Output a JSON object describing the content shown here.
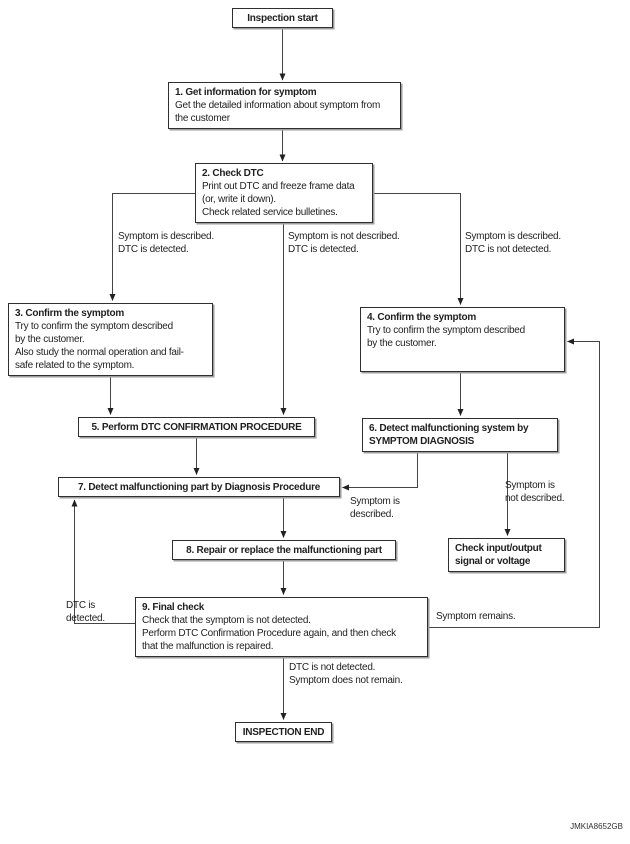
{
  "colors": {
    "background": "#ffffff",
    "box_border": "#2f2f2f",
    "box_shadow": "#9e9e9e",
    "line": "#444444",
    "text": "#1f1f1f"
  },
  "watermark": "JMKIA8652GB",
  "nodes": {
    "start": {
      "label": "Inspection start"
    },
    "step1": {
      "title": "1. Get information for symptom",
      "body": [
        "Get the detailed information about symptom from",
        "the customer"
      ]
    },
    "step2": {
      "title": "2. Check DTC",
      "body": [
        "Print out DTC and freeze frame data",
        "(or, write it down).",
        "Check related service bulletines."
      ]
    },
    "step3": {
      "title": "3. Confirm the symptom",
      "body": [
        "Try to confirm the symptom described",
        "by the customer.",
        "Also study the normal operation and fail-",
        "safe related to the symptom."
      ]
    },
    "step4": {
      "title": "4. Confirm the symptom",
      "body": [
        "Try to confirm the symptom described",
        "by the customer."
      ]
    },
    "step5": {
      "title": "5. Perform DTC CONFIRMATION PROCEDURE"
    },
    "step6": {
      "title": [
        "6. Detect malfunctioning system by",
        "SYMPTOM DIAGNOSIS"
      ]
    },
    "step7": {
      "title": "7. Detect malfunctioning part by Diagnosis Procedure"
    },
    "check_io": {
      "title": [
        "Check input/output",
        "signal or voltage"
      ]
    },
    "step8": {
      "title": "8. Repair or replace the malfunctioning part"
    },
    "step9": {
      "title": "9. Final check",
      "body": [
        "Check that the symptom is not detected.",
        "Perform DTC Confirmation Procedure again, and then check",
        "that the malfunction is repaired."
      ]
    },
    "end": {
      "label": "INSPECTION END"
    }
  },
  "edge_labels": {
    "branch_left": [
      "Symptom is described.",
      "DTC is detected."
    ],
    "branch_mid": [
      "Symptom is not described.",
      "DTC is detected."
    ],
    "branch_right": [
      "Symptom is described.",
      "DTC is not detected."
    ],
    "to_step7": [
      "Symptom is",
      "described."
    ],
    "to_check_io": [
      "Symptom is",
      "not described."
    ],
    "dtc_detected_loop": [
      "DTC is",
      "detected."
    ],
    "symptom_remains_loop": [
      "Symptom remains."
    ],
    "to_end": [
      "DTC is not detected.",
      "Symptom does not remain."
    ]
  }
}
